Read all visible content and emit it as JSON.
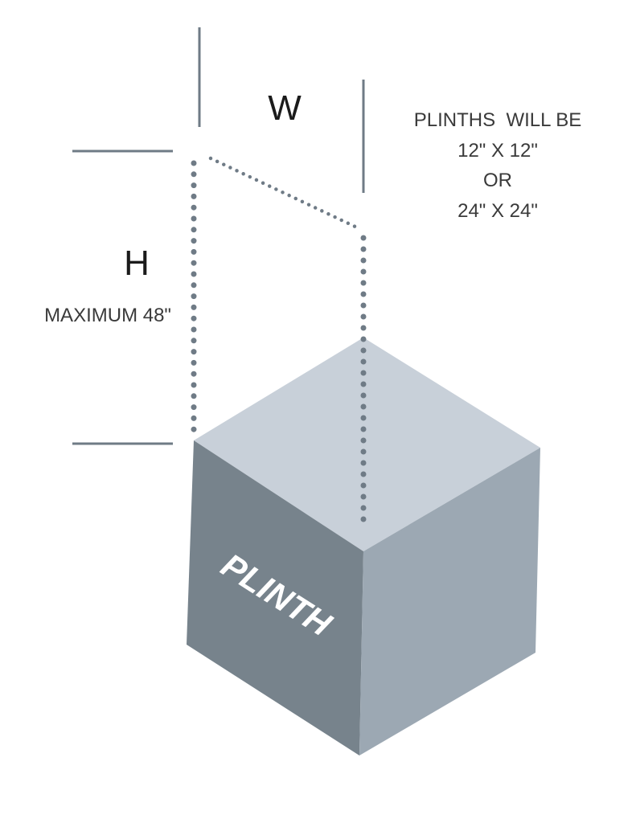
{
  "labels": {
    "width": "W",
    "height": "H",
    "height_note": "MAXIMUM 48\"",
    "plinth": "PLINTH"
  },
  "note_lines": [
    "PLINTHS  WILL BE",
    "12\" X 12\"",
    "OR",
    "24\" X 24\""
  ],
  "colors": {
    "top_face": "#c8d0d9",
    "left_face": "#77838c",
    "right_face": "#9ca8b3",
    "dotted_line": "#6f7b86",
    "guide_line": "#6f7b86",
    "text": "#1b1b1b",
    "note_text": "#3a3a3a",
    "plinth_text": "#ffffff"
  }
}
